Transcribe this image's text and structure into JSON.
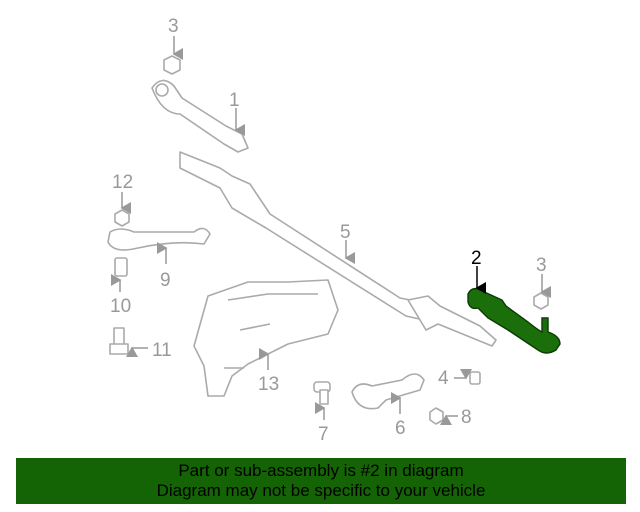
{
  "callouts": {
    "c1": "1",
    "c2": "2",
    "c3a": "3",
    "c3b": "3",
    "c4": "4",
    "c5": "5",
    "c6": "6",
    "c7": "7",
    "c8": "8",
    "c9": "9",
    "c10": "10",
    "c11": "11",
    "c12": "12",
    "c13": "13"
  },
  "selected_part": "2",
  "colors": {
    "highlight": "#1a6f0a",
    "banner": "#146405",
    "parts": "#aaaaaa"
  },
  "banner": {
    "line1": "Part or sub-assembly is #2 in diagram",
    "line2": "Diagram may not be specific to your vehicle"
  }
}
